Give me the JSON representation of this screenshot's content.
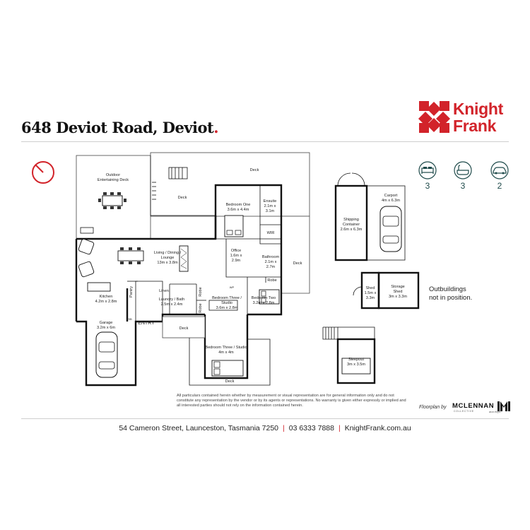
{
  "listing": {
    "address": "648 Deviot Road, Deviot",
    "address_dot": "."
  },
  "brand": {
    "line1": "Knight",
    "line2": "Frank",
    "color": "#d2232a"
  },
  "features": [
    {
      "icon": "bed-icon",
      "count": "3"
    },
    {
      "icon": "bath-icon",
      "count": "3"
    },
    {
      "icon": "car-icon",
      "count": "2"
    }
  ],
  "rooms": {
    "outdoor_deck": {
      "line1": "Outdoor",
      "line2": "Entertaining Deck"
    },
    "deck_top": "Deck",
    "deck_mid": "Deck",
    "deck_right": "Deck",
    "deck_entry": "Deck",
    "deck_bottom": "Deck",
    "bedroom_one": {
      "name": "Bedroom One",
      "size": "3.6m x 4.4m"
    },
    "ensuite": {
      "name": "Ensuite",
      "size1": "2.1m x",
      "size2": "3.1m"
    },
    "wir": "WIR",
    "living": {
      "line1": "Living / Dining /",
      "line2": "Lounge",
      "size": "13m x 3.8m"
    },
    "office": {
      "name": "Office",
      "size1": "1.6m x",
      "size2": "2.9m"
    },
    "bathroom": {
      "name": "Bathroom",
      "size1": "2.1m x",
      "size2": "2.7m"
    },
    "robe1": "Robe",
    "robe2": "Robe",
    "robe3": "Robe",
    "kitchen": {
      "name": "Kitchen",
      "size": "4.2m x 2.8m"
    },
    "pantry": "Pantry",
    "linen": "Linen",
    "laundry": {
      "name": "Laundry / Bath",
      "size": "2.5m x 2.4m"
    },
    "bedroom_three": {
      "line1": "Bedroom Three /",
      "line2": "Studio",
      "size": "3.6m x 2.8m"
    },
    "bedroom_two": {
      "name": "Bedroom Two",
      "size": "3.2m x 2.8m"
    },
    "garage": {
      "name": "Garage",
      "size": "3.2m x 6m"
    },
    "entry": "ENTRY",
    "bedroom_studio": {
      "name": "Bedroom Three / Studio",
      "size": "4m x 4m"
    },
    "wp": "WP",
    "sb": "SB",
    "shipping": {
      "line1": "Shipping",
      "line2": "Container",
      "size": "2.6m x 6.3m"
    },
    "carport": {
      "name": "Carport",
      "size": "4m x 6.3m"
    },
    "shed": {
      "name": "Shed",
      "size1": "1.5m x",
      "size2": "3.3m"
    },
    "storage_shed": {
      "line1": "Storage",
      "line2": "Shed",
      "size": "3m x 3.3m"
    },
    "sleepout": {
      "name": "Sleepout",
      "size": "3m x 3.5m"
    }
  },
  "outbuildings_note": {
    "line1": "Outbuildings",
    "line2": "not in position."
  },
  "disclaimer": {
    "text": "All particulars contained herein whether by measurement or visual representation are for general information only and do not constitute any representation by the vendor or by its agents or representations. No warranty is given either expressly or implied and all interested parties should not rely on the information contained herein."
  },
  "floorplan_credit": "Floorplan by",
  "agency": {
    "name": "MCLENNAN",
    "sub": "COLLECTIVE",
    "sig": "ana enyo"
  },
  "footer": {
    "street": "54 Cameron Street, Launceston, Tasmania 7250",
    "phone": "03 6333 7888",
    "web": "KnightFrank.com.au",
    "sep": "|"
  }
}
